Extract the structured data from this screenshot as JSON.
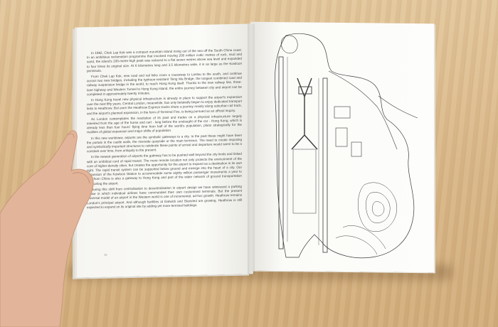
{
  "book": {
    "left_page": {
      "paragraphs": [
        "In 1982, Chek Lap Kok was a compact mountain island rising out of the sea off the South China coast. In an ambitious reclamation programme that involved moving 200 million cubic metres of rock, mud and sand, the island's 100-metre-high peak was reduced to a flat seven metres above sea level and expanded to four times its original size. At 6 kilometres long and 3.5 kilometres wide, it is as large as the Kowloon peninsula.",
        "From Chek Lap Kok, new road and rail links cross a causeway to Lantau to the south, and continue across two new bridges, including the typhoon-resistant Tsing Ma Bridge, the longest combined road and railway suspension bridge in the world, to reach Hong Kong itself. Thanks to the new railway line, three-lane highway and Western Tunnel to Hong Kong Island, the entire journey between city and airport can be completed in approximately twenty minutes.",
        "In Hong Kong travel new physical infrastructure is already in place to support the airport's expansion over the next fifty years. Central London, meanwhile, has only belatedly begun to enjoy dedicated transport links to Heathrow. But even the Heathrow Express tracks share a journey mainly along suburban rail track, and the airport's planned expansion, in the form of Terminal Five, is being pursued as an official inquiry.",
        "As London contemplates the resolution of its past and trades on a physical infrastructure largely inherited from the age of the horse and cart - long before the onslaught of the car - Hong Kong, which is already less than four hours' flying time from half of the world's population, plans strategically for the realities of global expansion and major shifts of population.",
        "In this new worldview, airports are the symbolic gateways to a city. In the past these might have been the portals in the castle walls, the riverside quayside or the main terminus. The need to create imposing and symbolically important structures to celebrate these points of arrival and departure would seem to be a constant over time, from antiquity to the present.",
        "In the newest generation of airports the gateway has to be pushed well beyond the city limits and linked with an umbilical cord of rapid transit. The more remote location not only protects the environment of the core of higher-density cities, but creates the opportunity for the airport to expand as a destination in its own right. The rapid transit system can be supported below ground and emerge into the heart of a city. Our expansion of the Kowloon Station to accommodate some eighty million passenger movements a year to and from China is also a gateway to Hong Kong and part of the wider network of ground transportation supporting the airport.",
        "During this shift from centralisation to decentralisation in airport design we have witnessed a parking phase in which individual airlines have commanded their own customised terminals. But the present universal model of an airport in the Western world is one of incremental, ad-hoc growth. Heathrow remains London's principal airport. And although facilities at Gatwick and Stansted are growing, Heathrow is still expected to expand on its original site by adding yet more terminal buildings."
      ],
      "page_number": "72"
    }
  }
}
